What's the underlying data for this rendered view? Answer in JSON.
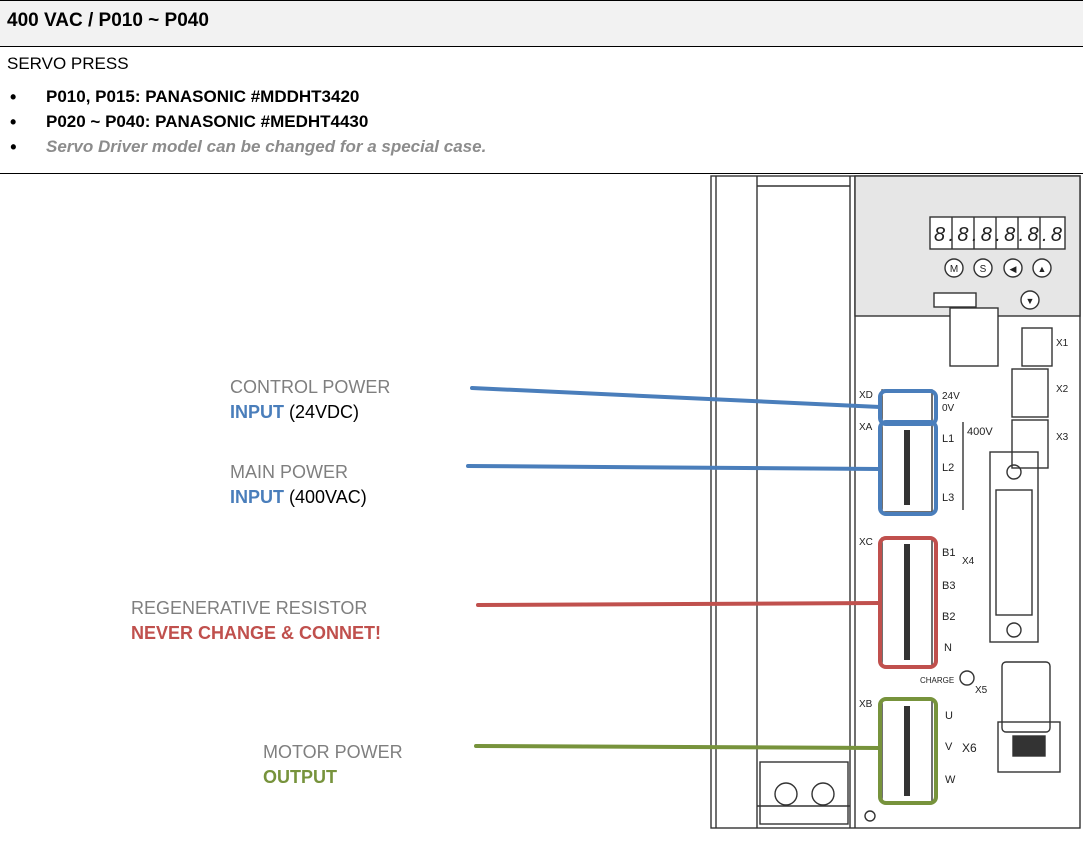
{
  "header": {
    "title": "400 VAC / P010 ~ P040",
    "subtitle": "SERVO PRESS"
  },
  "notes": [
    {
      "text": "P010, P015: PANASONIC #MDDHT3420",
      "style": "bold"
    },
    {
      "text": "P020 ~ P040: PANASONIC #MEDHT4430",
      "style": "bold"
    },
    {
      "text": "Servo Driver model can be changed for a special case.",
      "style": "italic-gray"
    }
  ],
  "callouts": {
    "control_power": {
      "line1": "CONTROL POWER",
      "emph": "INPUT",
      "suffix": " (24VDC)"
    },
    "main_power": {
      "line1": "MAIN POWER",
      "emph": "INPUT",
      "suffix": " (400VAC)"
    },
    "regen": {
      "line1": "REGENERATIVE RESISTOR",
      "emph": "NEVER CHANGE & CONNET!"
    },
    "motor": {
      "line1": "MOTOR POWER",
      "emph": "OUTPUT"
    }
  },
  "device": {
    "display_digits": "8.8.8.8.8.8",
    "buttons": [
      "M",
      "S",
      "◀",
      "▲",
      "▼"
    ],
    "ports": {
      "xd": "XD",
      "xa": "XA",
      "xc": "XC",
      "xb": "XB",
      "x1": "X1",
      "x2": "X2",
      "x3": "X3",
      "x4": "X4",
      "x5": "X5",
      "x6": "X6"
    },
    "terminals": {
      "v24": "24V",
      "v0": "0V",
      "v400": "400V",
      "l1": "L1",
      "l2": "L2",
      "l3": "L3",
      "b1": "B1",
      "b3": "B3",
      "b2": "B2",
      "n": "N",
      "u": "U",
      "v": "V",
      "w": "W",
      "charge": "CHARGE"
    }
  },
  "colors": {
    "blue": "#4a7ebb",
    "red": "#c0504d",
    "green": "#77933c",
    "gray": "#7f7f7f"
  }
}
